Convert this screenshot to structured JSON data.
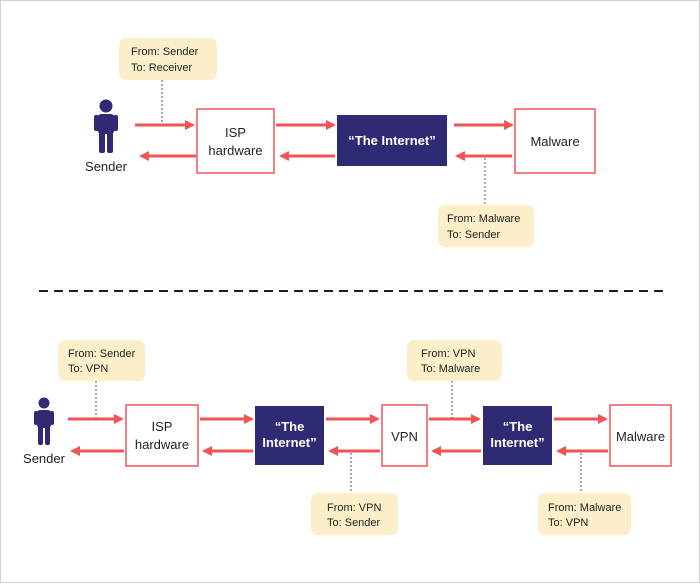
{
  "colors": {
    "arrow": "#f05456",
    "box_border": "#f05456",
    "internet_fill": "#2e2a74",
    "note_fill": "#fbefc9",
    "person": "#2e2a74",
    "divider": "#1f1f1f"
  },
  "top": {
    "sender_label": "Sender",
    "isp": [
      "ISP",
      "hardware"
    ],
    "internet": "“The Internet”",
    "malware": "Malware",
    "note_out": [
      "From: Sender",
      "To: Receiver"
    ],
    "note_back": [
      "From: Malware",
      "To: Sender"
    ]
  },
  "bottom": {
    "sender_label": "Sender",
    "isp": [
      "ISP",
      "hardware"
    ],
    "internet1": [
      "“The",
      "Internet”"
    ],
    "vpn": "VPN",
    "internet2": [
      "“The",
      "Internet”"
    ],
    "malware": "Malware",
    "note_sender": [
      "From: Sender",
      "To: VPN"
    ],
    "note_vpn_out": [
      "From: VPN",
      "To: Malware"
    ],
    "note_vpn_back": [
      "From: VPN",
      "To: Sender"
    ],
    "note_malware": [
      "From: Malware",
      "To: VPN"
    ]
  }
}
